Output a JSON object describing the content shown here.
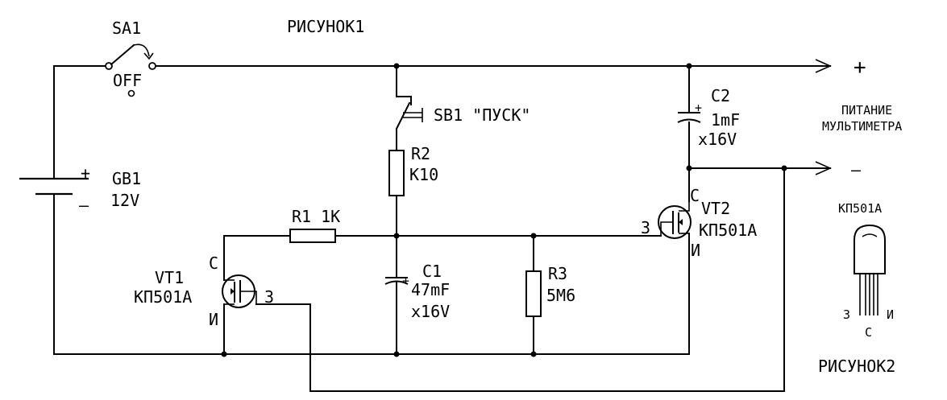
{
  "figure_titles": {
    "fig1": "РИСУНОК1",
    "fig2": "РИСУНОК2"
  },
  "components": {
    "sa1": {
      "ref": "SA1",
      "state": "OFF"
    },
    "gb1": {
      "ref": "GB1",
      "value": "12V",
      "plus": "+",
      "minus": "—"
    },
    "sb1": {
      "ref": "SB1",
      "name": "\"ПУСК\""
    },
    "r1": {
      "ref": "R1",
      "value": "1K"
    },
    "r2": {
      "ref": "R2",
      "value": "K10"
    },
    "r3": {
      "ref": "R3",
      "value": "5M6"
    },
    "c1": {
      "ref": "C1",
      "value": "47mF",
      "voltage": "x16V",
      "plus": "+"
    },
    "c2": {
      "ref": "C2",
      "value": "1mF",
      "voltage": "x16V",
      "plus": "+"
    },
    "vt1": {
      "ref": "VT1",
      "type": "КП501А",
      "drain": "С",
      "gate": "З",
      "source": "И"
    },
    "vt2": {
      "ref": "VT2",
      "type": "КП501А",
      "drain": "С",
      "gate": "З",
      "source": "И"
    }
  },
  "output": {
    "plus": "+",
    "minus": "—",
    "label_line1": "ПИТАНИЕ",
    "label_line2": "МУЛЬТИМЕТРА"
  },
  "package": {
    "type": "КП501А",
    "pin_left": "З",
    "pin_center": "С",
    "pin_right": "И"
  }
}
